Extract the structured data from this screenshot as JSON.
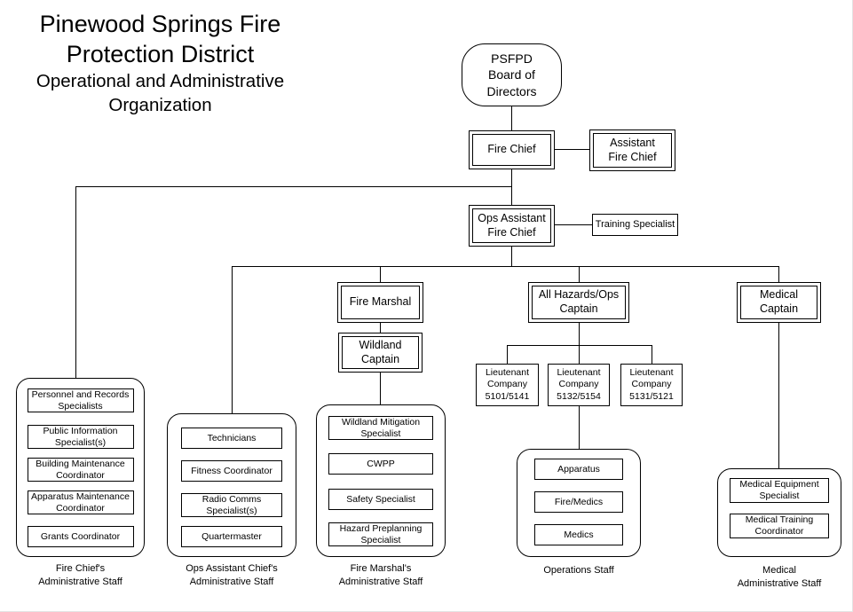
{
  "title": {
    "main": "Pinewood Springs Fire\nProtection District",
    "sub": "Operational and Administrative\nOrganization"
  },
  "nodes": {
    "board": "PSFPD\nBoard of\nDirectors",
    "fire_chief": "Fire Chief",
    "assistant_fire_chief": "Assistant\nFire Chief",
    "ops_assistant_fire_chief": "Ops Assistant\nFire Chief",
    "training_specialist": "Training Specialist",
    "fire_marshal": "Fire Marshal",
    "wildland_captain": "Wildland\nCaptain",
    "all_hazards_ops_captain": "All Hazards/Ops\nCaptain",
    "medical_captain": "Medical\nCaptain",
    "lieutenant_1": "Lieutenant\nCompany\n5101/5141",
    "lieutenant_2": "Lieutenant\nCompany\n5132/5154",
    "lieutenant_3": "Lieutenant\nCompany\n5131/5121"
  },
  "groups": {
    "fire_chief_staff": {
      "caption": "Fire Chief's\nAdministrative Staff",
      "items": [
        "Personnel and Records\nSpecialists",
        "Public Information\nSpecialist(s)",
        "Building Maintenance\nCoordinator",
        "Apparatus Maintenance\nCoordinator",
        "Grants Coordinator"
      ]
    },
    "ops_assistant_staff": {
      "caption": "Ops Assistant Chief's\nAdministrative Staff",
      "items": [
        "Technicians",
        "Fitness Coordinator",
        "Radio Comms\nSpecialist(s)",
        "Quartermaster"
      ]
    },
    "fire_marshal_staff": {
      "caption": "Fire Marshal's\nAdministrative Staff",
      "items": [
        "Wildland Mitigation\nSpecialist",
        "CWPP",
        "Safety Specialist",
        "Hazard Preplanning\nSpecialist"
      ]
    },
    "operations_staff": {
      "caption": "Operations Staff",
      "items": [
        "Apparatus",
        "Fire/Medics",
        "Medics"
      ]
    },
    "medical_staff": {
      "caption": "Medical\nAdministrative Staff",
      "items": [
        "Medical Equipment\nSpecialist",
        "Medical Training\nCoordinator"
      ]
    }
  },
  "colors": {
    "background": "#ffffff",
    "line": "#000000",
    "text": "#000000"
  }
}
